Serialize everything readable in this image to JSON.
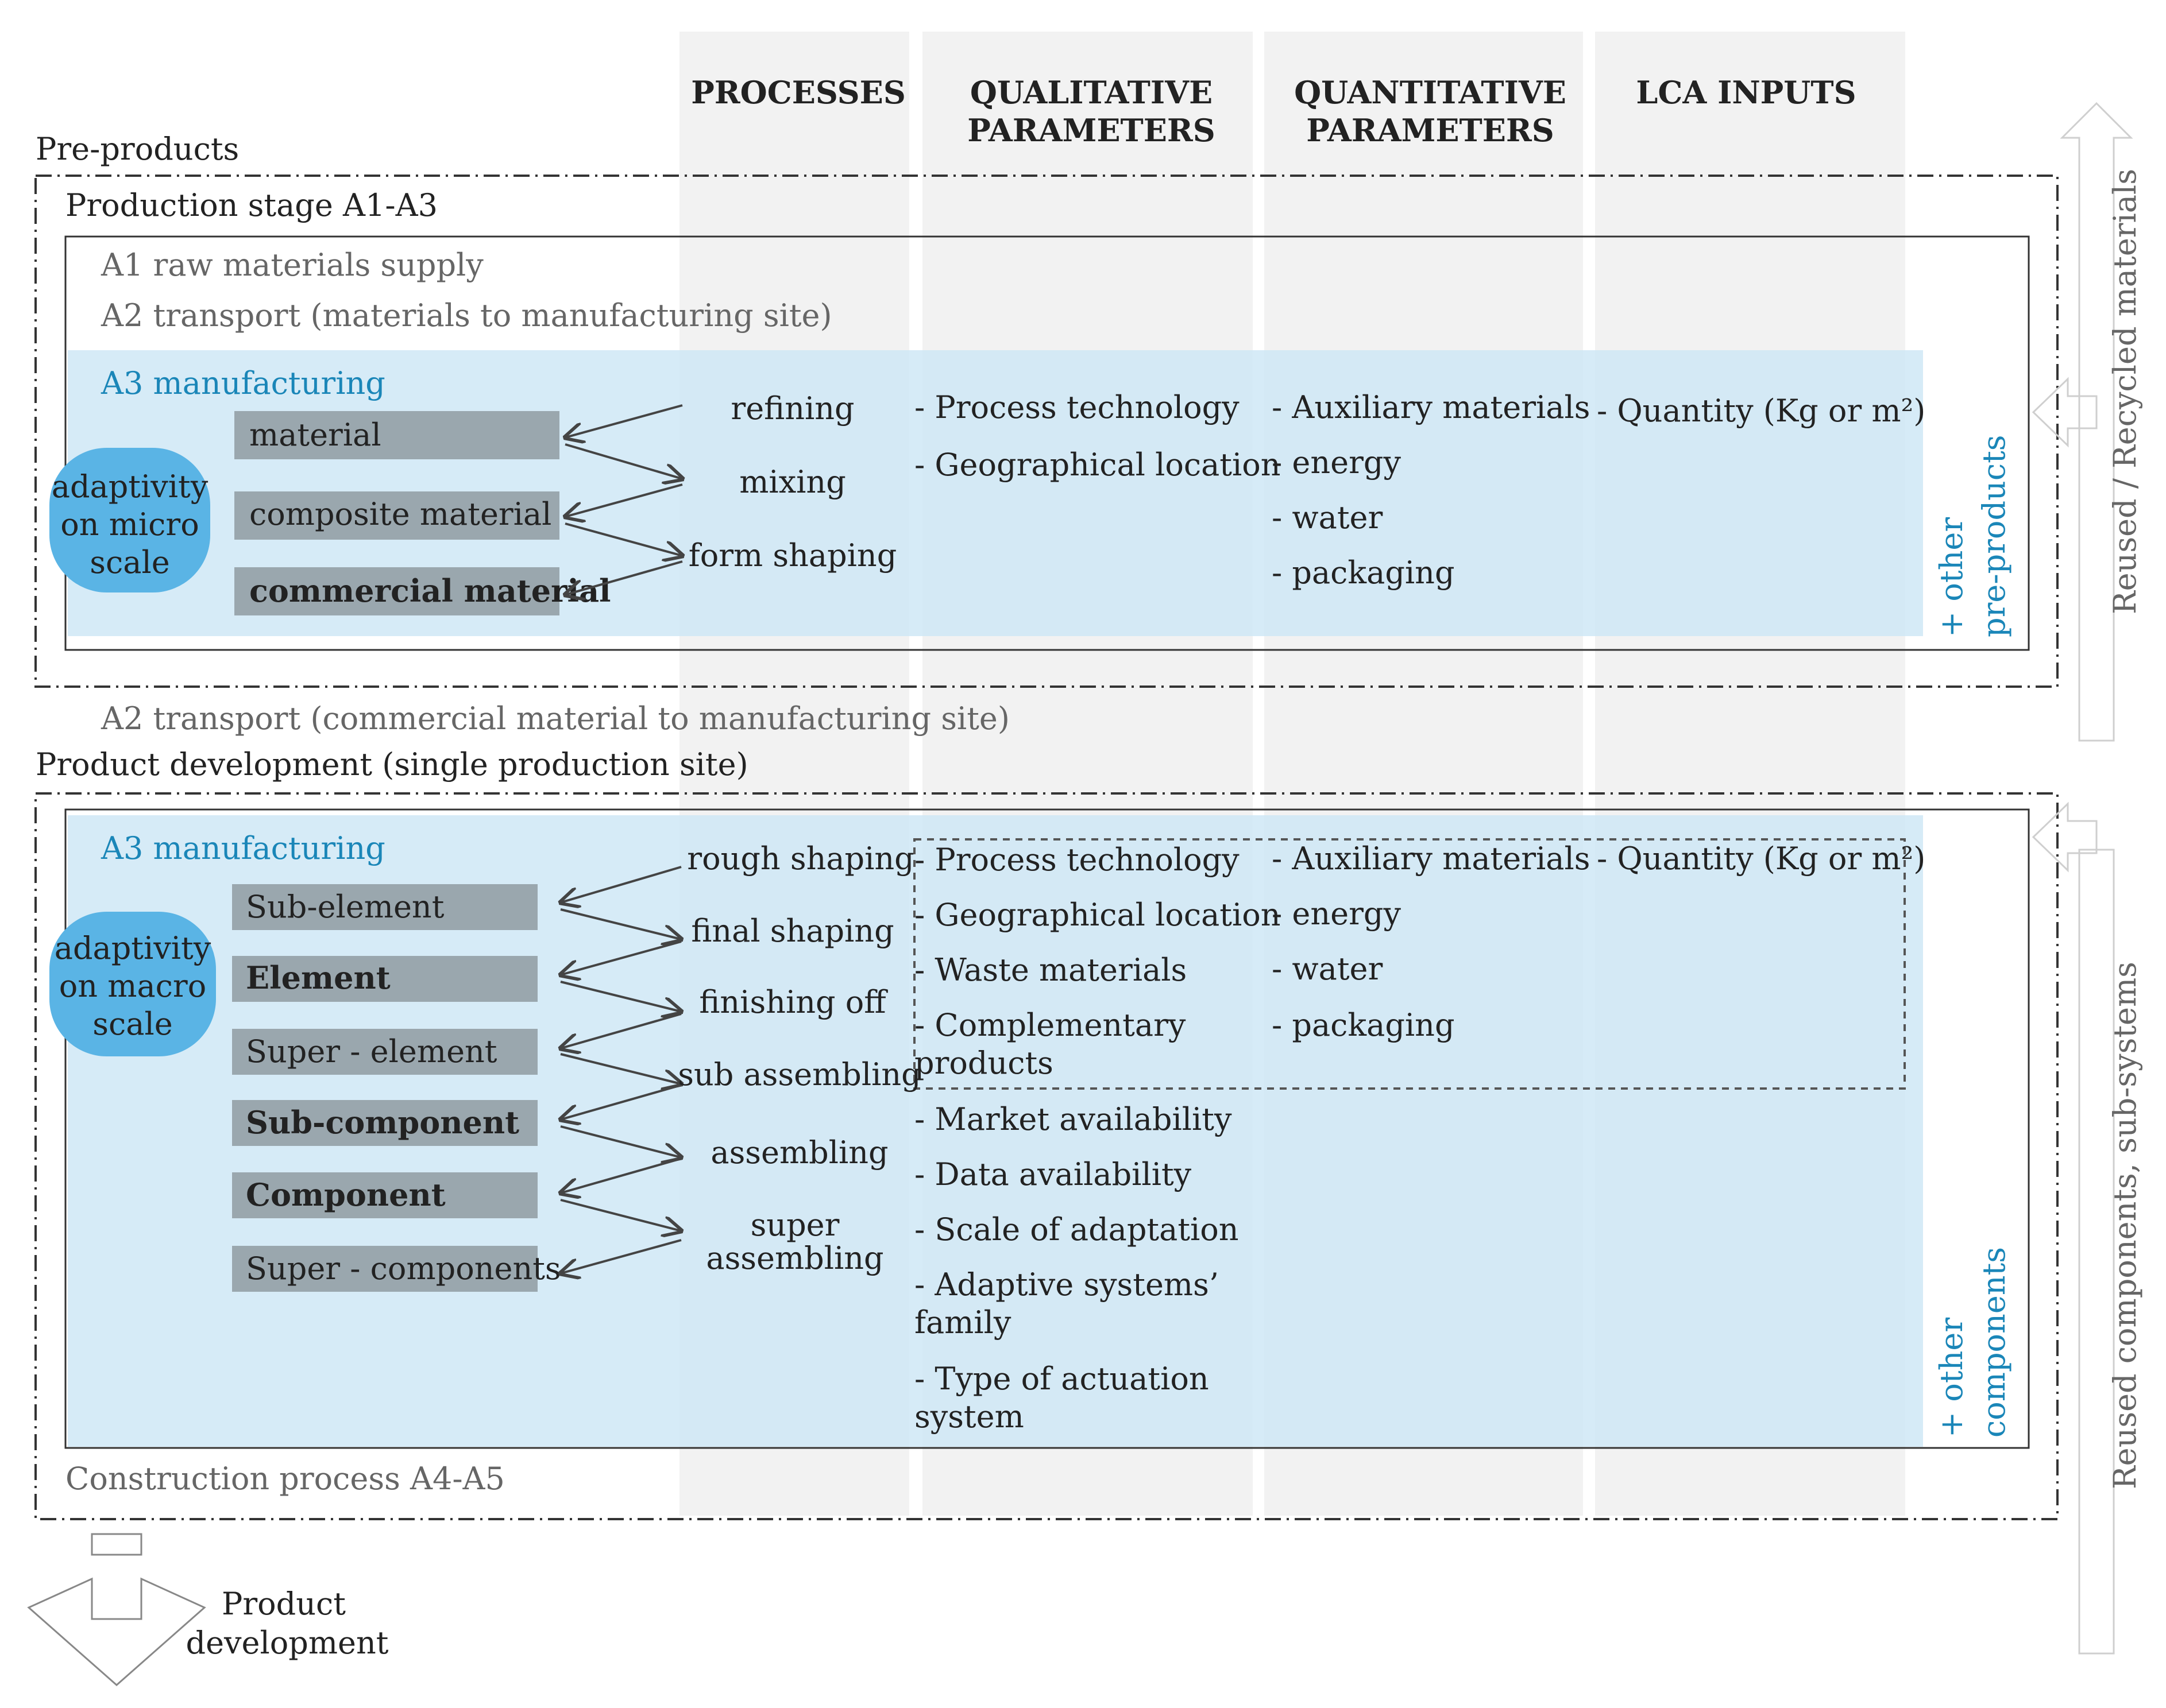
{
  "columns": {
    "processes": "PROCESSES",
    "qualitative": [
      "QUALITATIVE",
      "PARAMETERS"
    ],
    "quantitative": [
      "QUANTITATIVE",
      "PARAMETERS"
    ],
    "lca_inputs": "LCA INPUTS"
  },
  "pre_products": {
    "title": "Pre-products",
    "production_stage": "Production stage A1-A3",
    "a1": "A1 raw materials supply",
    "a2": "A2 transport (materials to manufacturing site)",
    "a3": "A3 manufacturing",
    "adaptivity": [
      "adaptivity",
      "on micro",
      "scale"
    ],
    "items": [
      {
        "label": "material",
        "bold": false
      },
      {
        "label": "composite material",
        "bold": false
      },
      {
        "label": "commercial material",
        "bold": true
      }
    ],
    "processes": [
      "refining",
      "mixing",
      "form shaping"
    ],
    "qualitative": [
      "- Process technology",
      "- Geographical location"
    ],
    "quantitative": [
      "- Auxiliary materials",
      "- energy",
      "- water",
      "- packaging"
    ],
    "lca": "- Quantity (Kg or m²)",
    "other": [
      "+ other",
      "pre-products"
    ]
  },
  "transport_between": "A2 transport (commercial material to manufacturing site)",
  "product_dev": {
    "title": "Product development (single production site)",
    "a3": "A3 manufacturing",
    "adaptivity": [
      "adaptivity",
      "on macro",
      "scale"
    ],
    "items": [
      {
        "label": "Sub-element",
        "bold": false
      },
      {
        "label": "Element",
        "bold": true
      },
      {
        "label": "Super - element",
        "bold": false
      },
      {
        "label": "Sub-component",
        "bold": true
      },
      {
        "label": "Component",
        "bold": true
      },
      {
        "label": "Super - components",
        "bold": false
      }
    ],
    "processes": [
      "rough shaping",
      "final shaping",
      "finishing off",
      "sub assembling",
      "assembling",
      [
        "super",
        "assembling"
      ]
    ],
    "qualitative": [
      [
        "- Process technology"
      ],
      [
        "- Geographical location"
      ],
      [
        "- Waste materials"
      ],
      [
        "- Complementary",
        "products"
      ],
      [
        "- Market availability"
      ],
      [
        "- Data availability"
      ],
      [
        "- Scale of adaptation"
      ],
      [
        "- Adaptive systems’",
        "family"
      ],
      [
        "- Type of actuation",
        "system"
      ]
    ],
    "quantitative": [
      "- Auxiliary materials",
      "- energy",
      "- water",
      "- packaging"
    ],
    "lca": "- Quantity (Kg or m²)",
    "other": [
      "+ other",
      "components"
    ],
    "construction": "Construction process A4-A5"
  },
  "side_labels": {
    "top": "Reused / Recycled materials",
    "bottom": "Reused components, sub-systems"
  },
  "footer": [
    "Product",
    "development"
  ],
  "colors": {
    "column_band": "#f2f2f2",
    "light_blue": "#d6ecf8",
    "box_gray": "#9aa7ae",
    "bubble_blue": "#5ab4e5",
    "accent_blue": "#1a86b8",
    "line": "#333333"
  }
}
